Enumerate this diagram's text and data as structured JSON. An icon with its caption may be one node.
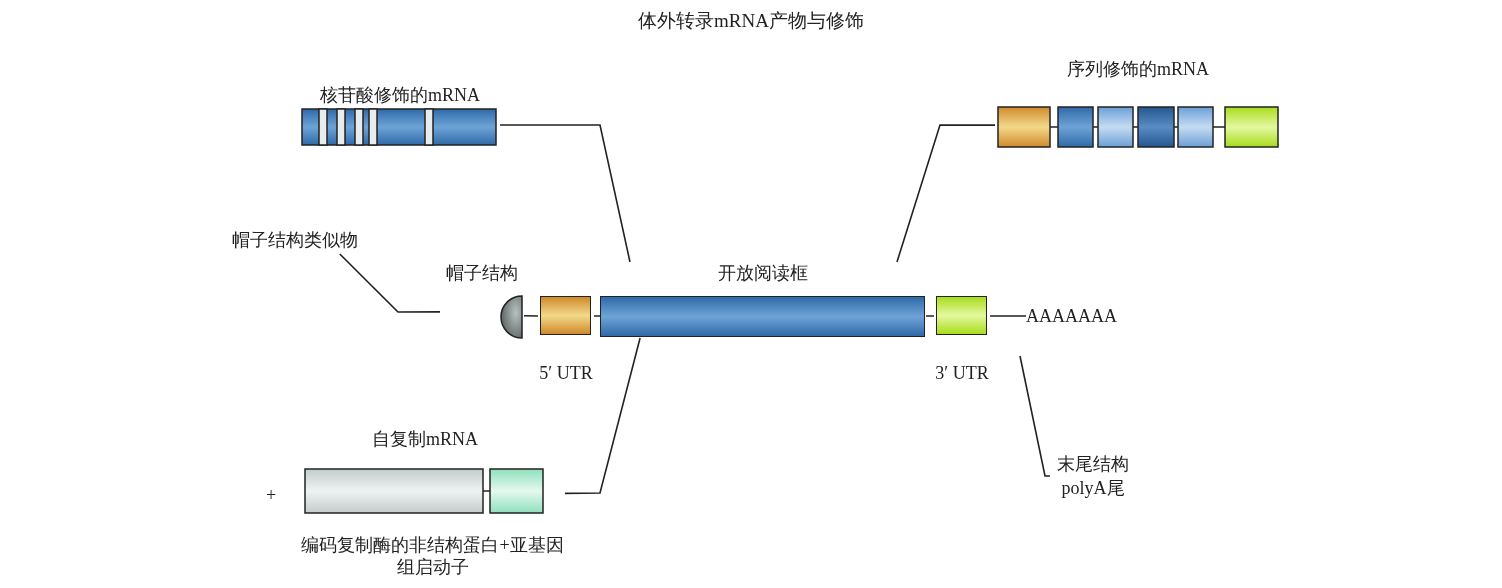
{
  "diagram": {
    "title": "体外转录mRNA产物与修饰",
    "nodes": [
      {
        "text": [
          "核苷酸修饰的mRNA"
        ]
      },
      {
        "text": [
          "序列修饰的mRNA"
        ]
      },
      {
        "text": [
          "帽子结构类似物"
        ]
      },
      {
        "text": [
          "帽子结构"
        ]
      },
      {
        "text": [
          "5′ UTR"
        ]
      },
      {
        "text": [
          "开放阅读框"
        ]
      },
      {
        "text": [
          "3′ UTR"
        ]
      },
      {
        "text": [
          "AAAAAAA"
        ]
      },
      {
        "text": [
          "末尾结构polyA尾"
        ]
      },
      {
        "text": [
          "自复制mRNA"
        ],
        "beside": [
          "编码复制酶的非结构蛋白+亚基因组启动子"
        ]
      }
    ],
    "edges": [
      {
        "from": 0,
        "to": 5,
        "arrow": "none"
      },
      {
        "from": 1,
        "to": 5,
        "arrow": "none"
      },
      {
        "from": 2,
        "to": 3,
        "arrow": "none"
      },
      {
        "from": 3,
        "to": 4,
        "arrow": "none"
      },
      {
        "from": 4,
        "to": 5,
        "arrow": "none"
      },
      {
        "from": 5,
        "to": 6,
        "arrow": "none"
      },
      {
        "from": 6,
        "to": 7,
        "arrow": "none"
      },
      {
        "from": 9,
        "to": 5,
        "arrow": "none"
      },
      {
        "from": 8,
        "to": null,
        "arrow": "none"
      }
    ],
    "labels": [
      "+"
    ]
  }
}
